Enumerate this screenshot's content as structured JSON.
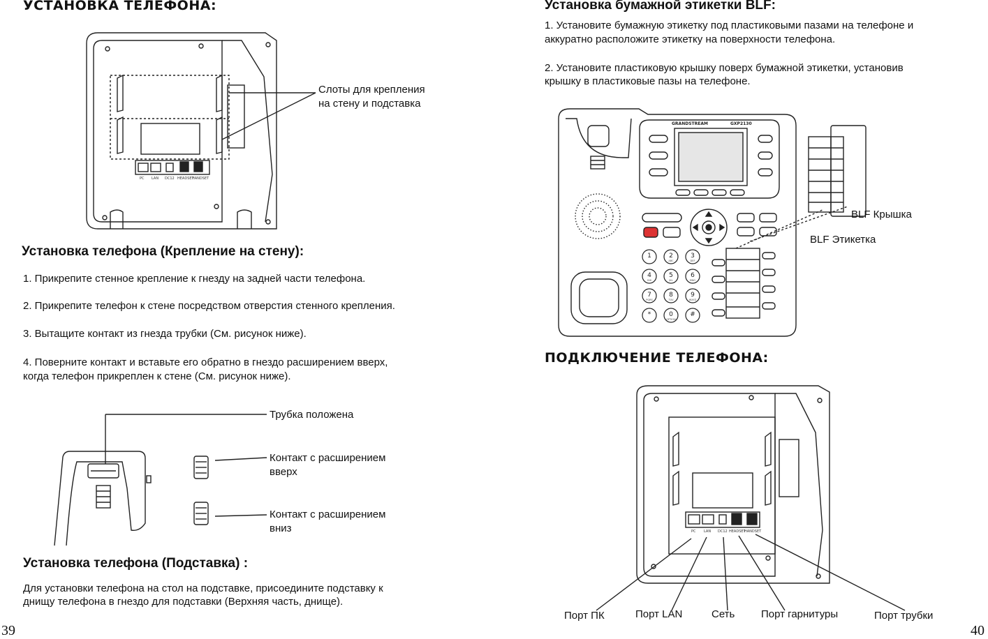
{
  "left": {
    "heading_install": "УСТАНОВКА ТЕЛЕФОНА:",
    "slots_label_1": "Слоты  для  крепления",
    "slots_label_2": "на стену и подставка",
    "heading_wall": "Установка телефона (Крепление на стену):",
    "step1": "1. Прикрепите стенное крепление к гнезду на задней части телефона.",
    "step2": "2. Прикрепите телефон к стене посредством отверстия стенного крепления.",
    "step3": "3. Вытащите контакт из гнезда трубки (См. рисунок ниже).",
    "step4_line1": "4. Поверните контакт и вставьте его обратно в гнездо расширением вверх,",
    "step4_line2": "когда телефон прикреплен к стене (См. рисунок ниже).",
    "handset_down": "Трубка положена",
    "tab_up_1": "Контакт с расширением",
    "tab_up_2": "вверх",
    "tab_down_1": "Контакт с расширением",
    "tab_down_2": "вниз",
    "heading_stand": "Установка телефона (Подставка) :",
    "stand_line1": "Для  установки  телефона  на  стол  на  подставке,  присоедините  подставку  к",
    "stand_line2": "днищу телефона в гнездо для подставки (Верхняя часть, днище).",
    "page_number": "39"
  },
  "right": {
    "heading_blf": "Установка бумажной этикетки BLF:",
    "blf_step1_line1": "1. Установите бумажную этикетку под пластиковыми пазами на телефоне и",
    "blf_step1_line2": "аккуратно расположите этикетку на поверхности телефона.",
    "blf_step2_line1": "2.  Установите  пластиковую  крышку  поверх  бумажной  этикетки,  установив",
    "blf_step2_line2": "крышку в пластиковые пазы на телефоне.",
    "blf_cover": "BLF Крышка",
    "blf_label": "BLF Этикетка",
    "brand": "GRANDSTREAM",
    "model": "GXP2130",
    "heading_connect": "ПОДКЛЮЧЕНИЕ ТЕЛЕФОНА:",
    "port_pc": "Порт ПК",
    "port_lan": "Порт LAN",
    "port_power": "Сеть",
    "port_headset": "Порт гарнитуры",
    "port_handset": "Порт трубки",
    "page_number": "40"
  },
  "port_labels": {
    "pc": "PC",
    "lan": "LAN",
    "dc": "DC12",
    "headset": "HEADSET",
    "handset": "HANDSET"
  },
  "keypad": [
    {
      "digit": "1",
      "sub": ""
    },
    {
      "digit": "2",
      "sub": "ABC"
    },
    {
      "digit": "3",
      "sub": "DEF"
    },
    {
      "digit": "4",
      "sub": "GHI"
    },
    {
      "digit": "5",
      "sub": "JKL"
    },
    {
      "digit": "6",
      "sub": "MNO"
    },
    {
      "digit": "7",
      "sub": "PQRS"
    },
    {
      "digit": "8",
      "sub": "TUV"
    },
    {
      "digit": "9",
      "sub": "WXYZ"
    },
    {
      "digit": "*",
      "sub": ""
    },
    {
      "digit": "0",
      "sub": "OPTION"
    },
    {
      "digit": "#",
      "sub": ""
    }
  ]
}
